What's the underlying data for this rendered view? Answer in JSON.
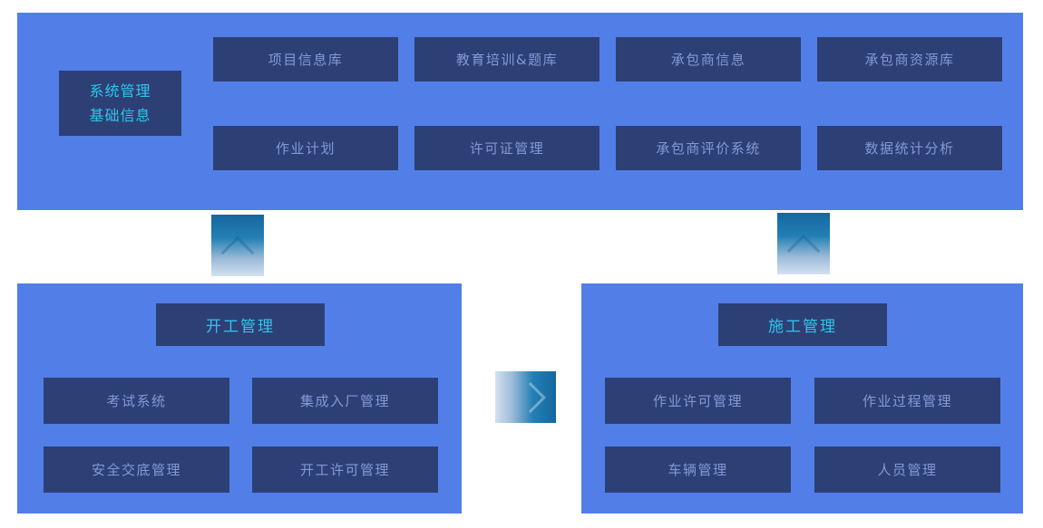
{
  "colors": {
    "page_bg": "#FFFFFF",
    "panel_bg": "#527EE8",
    "box_bg": "#2D4076",
    "header_text": "#2EC6E9",
    "module_text": "#8298D6",
    "connector_dark": "#15669F",
    "connector_light": "#D3E1F0"
  },
  "top_panel": {
    "title_line1": "系统管理",
    "title_line2": "基础信息",
    "modules": [
      {
        "label": "项目信息库"
      },
      {
        "label": "教育培训&题库"
      },
      {
        "label": "承包商信息"
      },
      {
        "label": "承包商资源库"
      },
      {
        "label": "作业计划"
      },
      {
        "label": "许可证管理"
      },
      {
        "label": "承包商评价系统"
      },
      {
        "label": "数据统计分析"
      }
    ]
  },
  "left_panel": {
    "header": "开工管理",
    "modules": [
      {
        "label": "考试系统"
      },
      {
        "label": "集成入厂管理"
      },
      {
        "label": "安全交底管理"
      },
      {
        "label": "开工许可管理"
      }
    ]
  },
  "right_panel": {
    "header": "施工管理",
    "modules": [
      {
        "label": "作业许可管理"
      },
      {
        "label": "作业过程管理"
      },
      {
        "label": "车辆管理"
      },
      {
        "label": "人员管理"
      }
    ]
  },
  "connectors": [
    {
      "name": "top-to-left-panel",
      "direction": "up"
    },
    {
      "name": "top-to-right-panel",
      "direction": "up"
    },
    {
      "name": "left-to-right-panel",
      "direction": "right"
    }
  ]
}
